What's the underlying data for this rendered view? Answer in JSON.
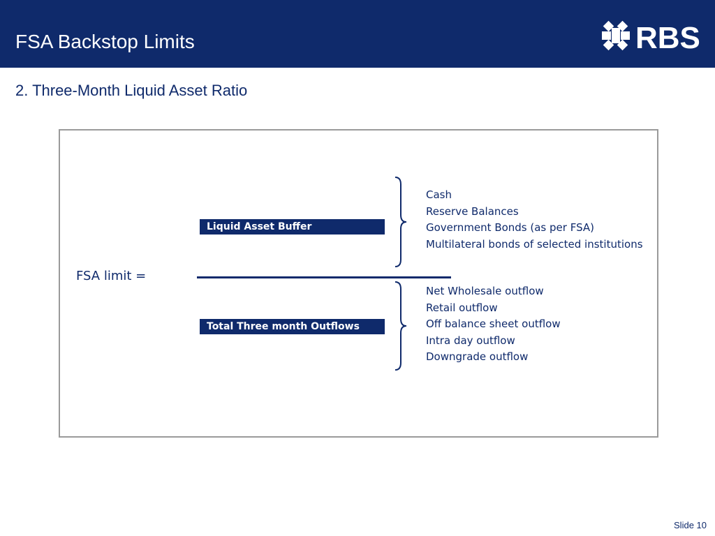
{
  "header": {
    "title": "FSA Backstop Limits",
    "logo_text": "RBS",
    "background_color": "#0f2a6b"
  },
  "subtitle": "2. Three-Month Liquid Asset Ratio",
  "diagram": {
    "formula_label": "FSA limit =",
    "numerator": {
      "label": "Liquid Asset Buffer",
      "items": [
        "Cash",
        "Reserve Balances",
        "Government Bonds (as per FSA)",
        "Multilateral bonds of selected institutions"
      ]
    },
    "denominator": {
      "label": "Total Three month Outflows",
      "items": [
        "Net Wholesale outflow",
        "Retail outflow",
        "Off balance sheet outflow",
        "Intra day outflow",
        "Downgrade outflow"
      ]
    },
    "accent_color": "#0f2a6b"
  },
  "footer": {
    "slide_label": "Slide 10"
  }
}
